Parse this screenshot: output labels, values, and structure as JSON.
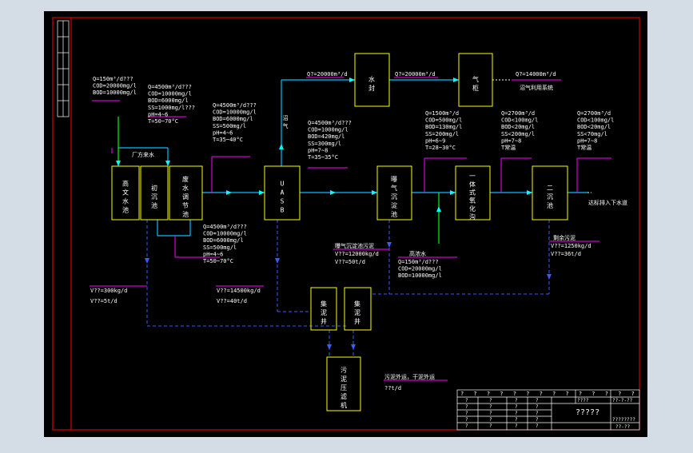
{
  "colors": {
    "background": "#d4dde6",
    "canvas": "#000000",
    "frame": "#ff0000",
    "unit_box": "#ffff00",
    "process_flow": "#00bfff",
    "flow_arrow": "#00ffff",
    "sludge_line": "#0000ff",
    "leader_line": "#ff00ff",
    "aux_line": "#00ff00",
    "text": "#ffffff"
  },
  "units": {
    "hydrolysis_tank": "高\n文\n水\n池",
    "primary_clarifier": "初\n沉\n池",
    "equalization_tank": "废\n水\n调\n节\n池",
    "uasb": "U\nA\nS\nB",
    "aeration_clarifier": "曝\n气\n沉\n淀\n池",
    "contact_oxidation": "一\n体\n式\n氧\n化\n沟",
    "secondary_clarifier": "二\n沉\n池",
    "water_seal": "水\n封",
    "gas_holder": "气\n柜",
    "sludge_thickener_1": "集\n泥\n井",
    "sludge_thickener_2": "集\n泥\n井",
    "filter_press": "污\n泥\n压\n滤\n机"
  },
  "labels": {
    "factory_wastewater": "厂方来水",
    "biogas_flow_1": "Q?=20000m³/d",
    "biogas_flow_2": "Q?=20000m³/d",
    "biogas_out": "Q?=14000m³/d",
    "biogas_dest": "沼气利用系统",
    "biogas_vertical": "沼气",
    "effluent": "达标排入下水道",
    "sludge_return_title": "剩余污泥",
    "sludge_return_1": "V??=1250kg/d",
    "sludge_return_2": "V??=36t/d",
    "recycle_title": "曝气沉淀池污泥",
    "recycle_1": "V??=12000kg/d",
    "recycle_2": "V??=50t/d",
    "high_conc": "高浓水",
    "sludge_left_1": "V??=300kg/d",
    "sludge_left_2": "V??=5t/d",
    "sludge_mid_1": "V??=14500kg/d",
    "sludge_mid_2": "V??=40t/d",
    "press_out": "污泥外运，干泥外运",
    "press_out_2": "??t/d"
  },
  "params": {
    "inlet": [
      "Q=150m³/d???",
      "COD=20000mg/l",
      "BOD=10000mg/l"
    ],
    "primary": [
      "Q=4500m³/d???",
      "COD=10000mg/l",
      "BOD=6000mg/l",
      "SS=1000mg/l???",
      "pH=4~6",
      "T=50~70°C"
    ],
    "pre_uasb": [
      "Q=4500m³/d???",
      "COD=10000mg/l",
      "BOD=6000mg/l",
      "SS=500mg/l",
      "pH=4~6",
      "T=35~40°C"
    ],
    "post_uasb": [
      "Q=4500m³/d???",
      "COD=1000mg/l",
      "BOD=420mg/l",
      "SS=300mg/l",
      "pH=7~8",
      "T=35~35°C"
    ],
    "post_aeration": [
      "Q=1500m³/d",
      "COD=500mg/l",
      "BOD=130mg/l",
      "SS=200mg/l",
      "pH=6~9",
      "T=28~30°C"
    ],
    "post_oxidation": [
      "Q=2700m³/d",
      "COD<100mg/l",
      "BOD<20mg/l",
      "SS<200mg/l",
      "pH=7~8",
      "T常温"
    ],
    "final": [
      "Q=2700m³/d",
      "COD<100mg/l",
      "BOD<20mg/l",
      "SS<70mg/l",
      "pH=7~8",
      "T常温"
    ],
    "equalization_below": [
      "Q=4500m³/d???",
      "COD=10000mg/l",
      "BOD=6000mg/l",
      "SS=500mg/l",
      "pH=4~6",
      "T=50~70°C"
    ],
    "high_conc": [
      "Q=150m³/d???",
      "COD=20000mg/l",
      "BOD=10000mg/l"
    ]
  },
  "title_block": {
    "row1": [
      "?",
      "?",
      "?",
      "?",
      "?",
      "?",
      "?",
      "?",
      "?",
      "?",
      "?",
      "?",
      "?",
      "?"
    ],
    "header_right_1": "??-?-??",
    "header_right_2": "????",
    "drawing_title": "?????",
    "drawing_no": "??-??",
    "scale": "????????"
  }
}
